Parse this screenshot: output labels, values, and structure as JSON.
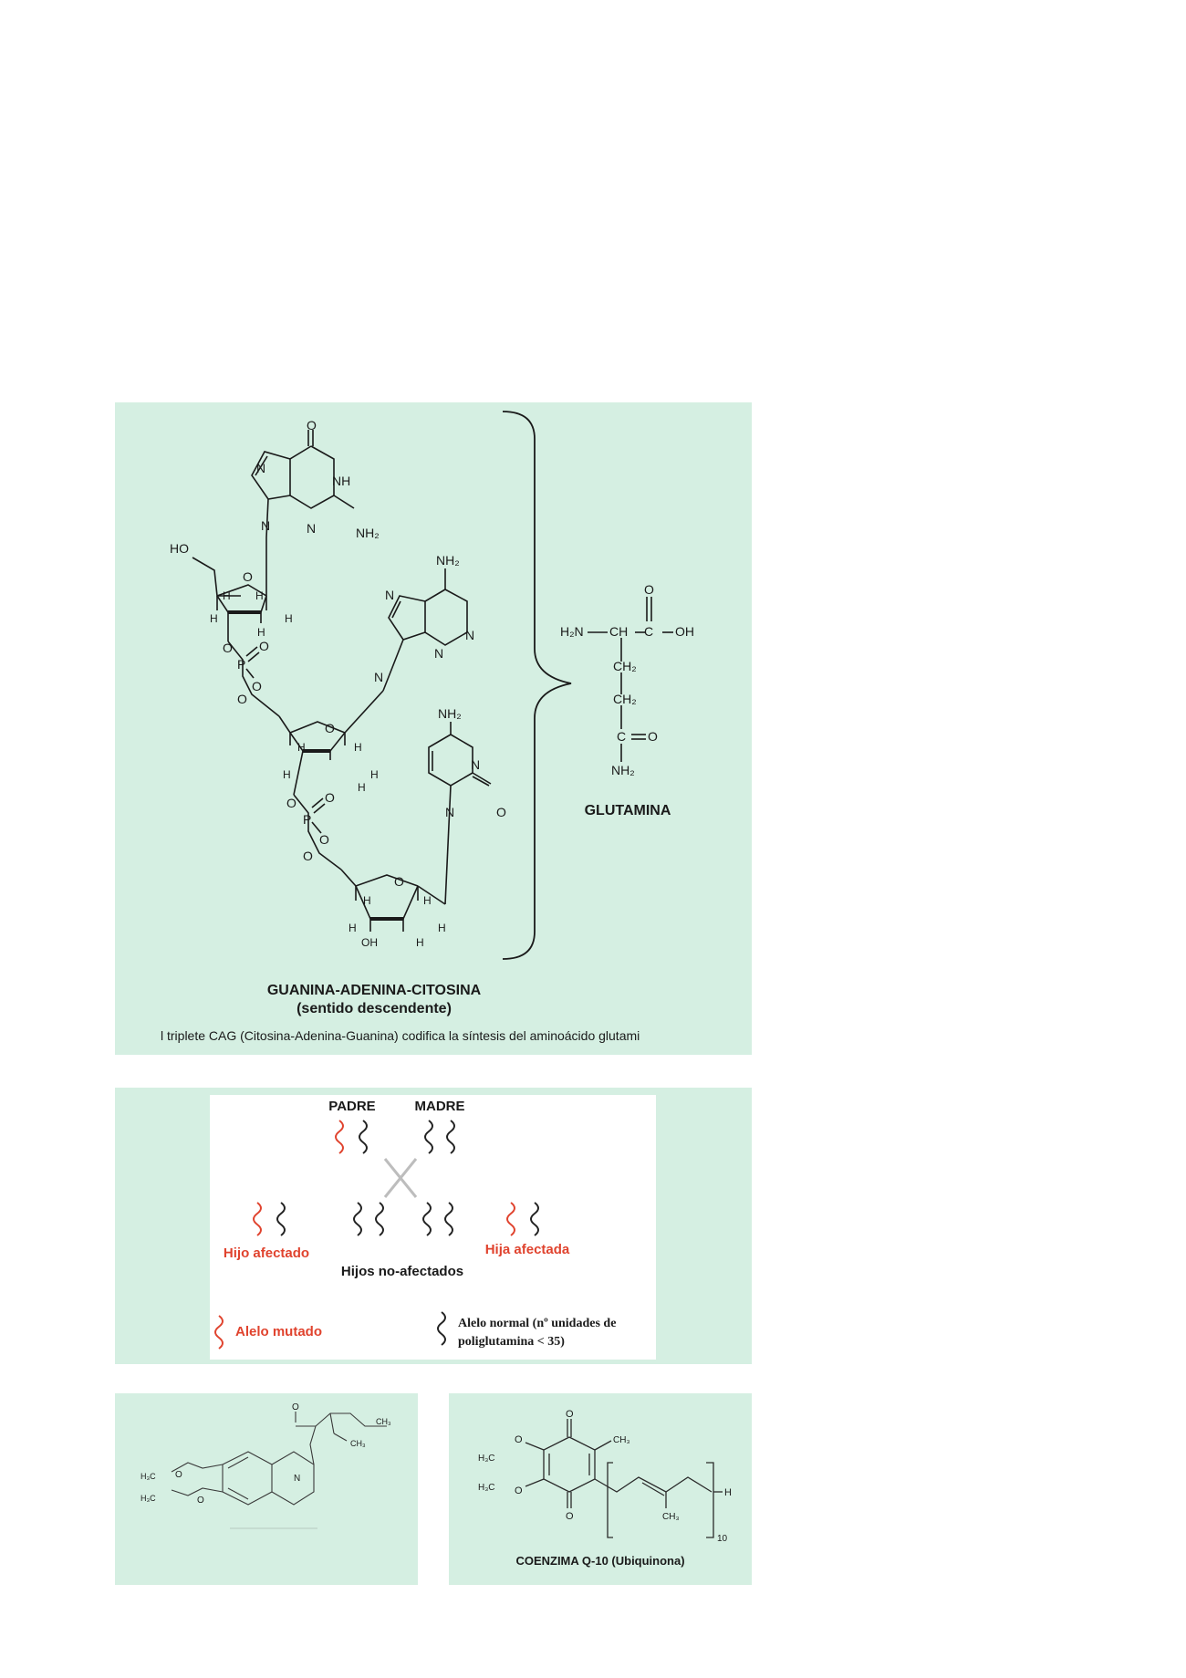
{
  "panel1": {
    "title_line1": "GUANINA-ADENINA-CITOSINA",
    "title_line2": "(sentido descendente)",
    "caption": "l triplete CAG (Citosina-Adenina-Guanina) codifica la síntesis del aminoácido glutami",
    "glutamina_label": "GLUTAMINA",
    "atoms": {
      "O": "O",
      "NH": "NH",
      "N": "N",
      "NH2": "NH₂",
      "HO": "HO",
      "OH": "OH",
      "H": "H",
      "P": "P",
      "H2N": "H₂N",
      "CH": "CH",
      "C": "C",
      "CH2": "CH₂"
    }
  },
  "panel2": {
    "padre": "PADRE",
    "madre": "MADRE",
    "hijo_afectado": "Hijo afectado",
    "hijos_no_afectados": "Hijos no-afectados",
    "hija_afectada": "Hija afectada",
    "alelo_mutado": "Alelo mutado",
    "alelo_normal_line1": "Alelo normal (nº unidades de",
    "alelo_normal_line2": "poliglutamina  < 35)",
    "colors": {
      "mutated": "#e0432e",
      "normal": "#222222",
      "cross": "#bdbdbd"
    }
  },
  "panel3": {
    "atoms": {
      "O": "O",
      "H3C": "H₃C",
      "N": "N",
      "CH3": "CH₃"
    }
  },
  "panel4": {
    "caption": "COENZIMA Q-10 (Ubiquinona)",
    "atoms": {
      "O": "O",
      "H3C": "H₃C",
      "CH3": "CH₃",
      "H": "H",
      "n": "10"
    }
  }
}
